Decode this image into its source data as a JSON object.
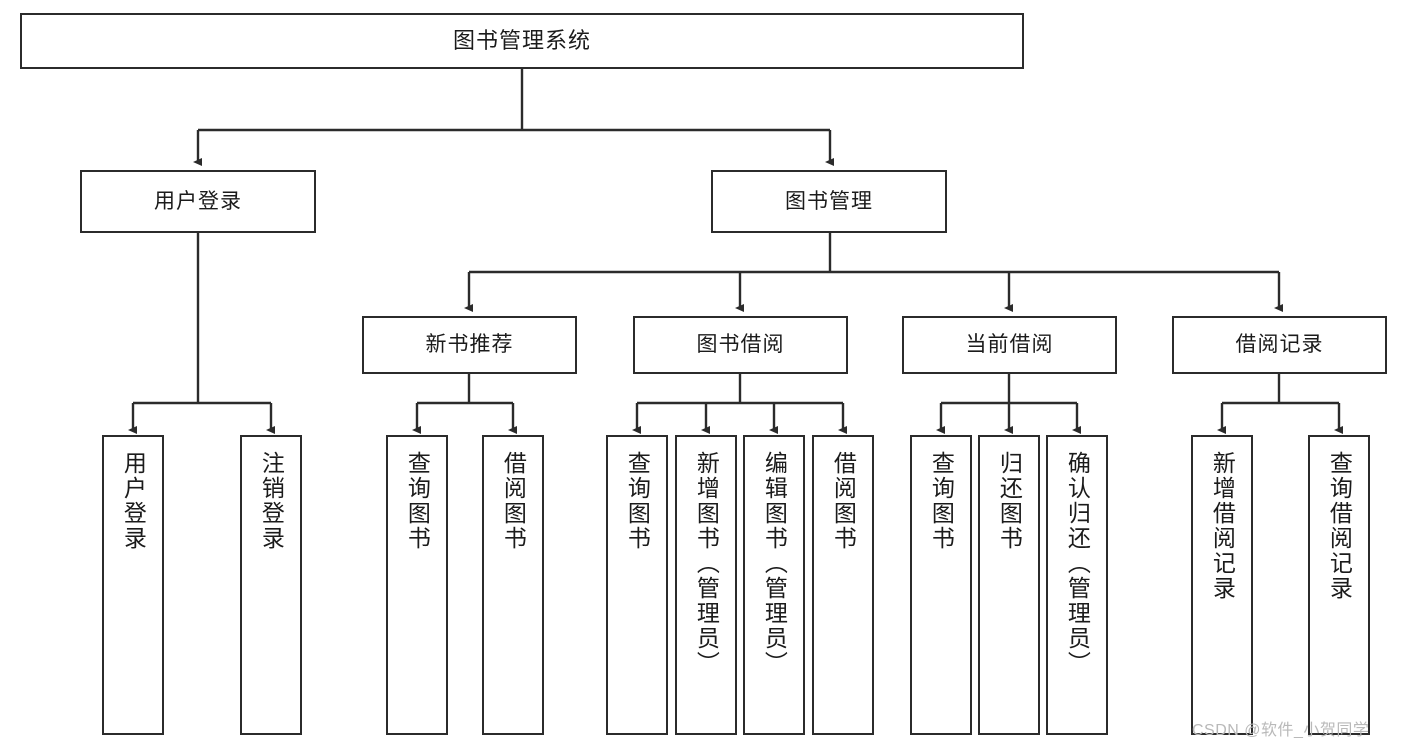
{
  "diagram": {
    "title": "图书管理系统",
    "type": "tree-hierarchy-chart",
    "colors": {
      "box_border": "#2b2b2b",
      "box_fill": "#ffffff",
      "edge": "#2b2b2b",
      "background": "#ffffff",
      "watermark": "#b9b9b9"
    },
    "root": {
      "label": "图书管理系统"
    },
    "level2": [
      {
        "label": "用户登录"
      },
      {
        "label": "图书管理"
      }
    ],
    "level3": [
      {
        "label": "新书推荐"
      },
      {
        "label": "图书借阅"
      },
      {
        "label": "当前借阅"
      },
      {
        "label": "借阅记录"
      }
    ],
    "leaves": {
      "user_login": [
        {
          "label": "用户登录"
        },
        {
          "label": "注销登录"
        }
      ],
      "new_book_recommend": [
        {
          "label": "查询图书"
        },
        {
          "label": "借阅图书"
        }
      ],
      "book_borrow": [
        {
          "label": "查询图书"
        },
        {
          "label": "新增图书（管理员）"
        },
        {
          "label": "编辑图书（管理员）"
        },
        {
          "label": "借阅图书"
        }
      ],
      "current_borrow": [
        {
          "label": "查询图书"
        },
        {
          "label": "归还图书"
        },
        {
          "label": "确认归还（管理员）"
        }
      ],
      "borrow_record": [
        {
          "label": "新增借阅记录"
        },
        {
          "label": "查询借阅记录"
        }
      ]
    }
  },
  "watermark": {
    "text": "CSDN @软件_小贺同学"
  }
}
